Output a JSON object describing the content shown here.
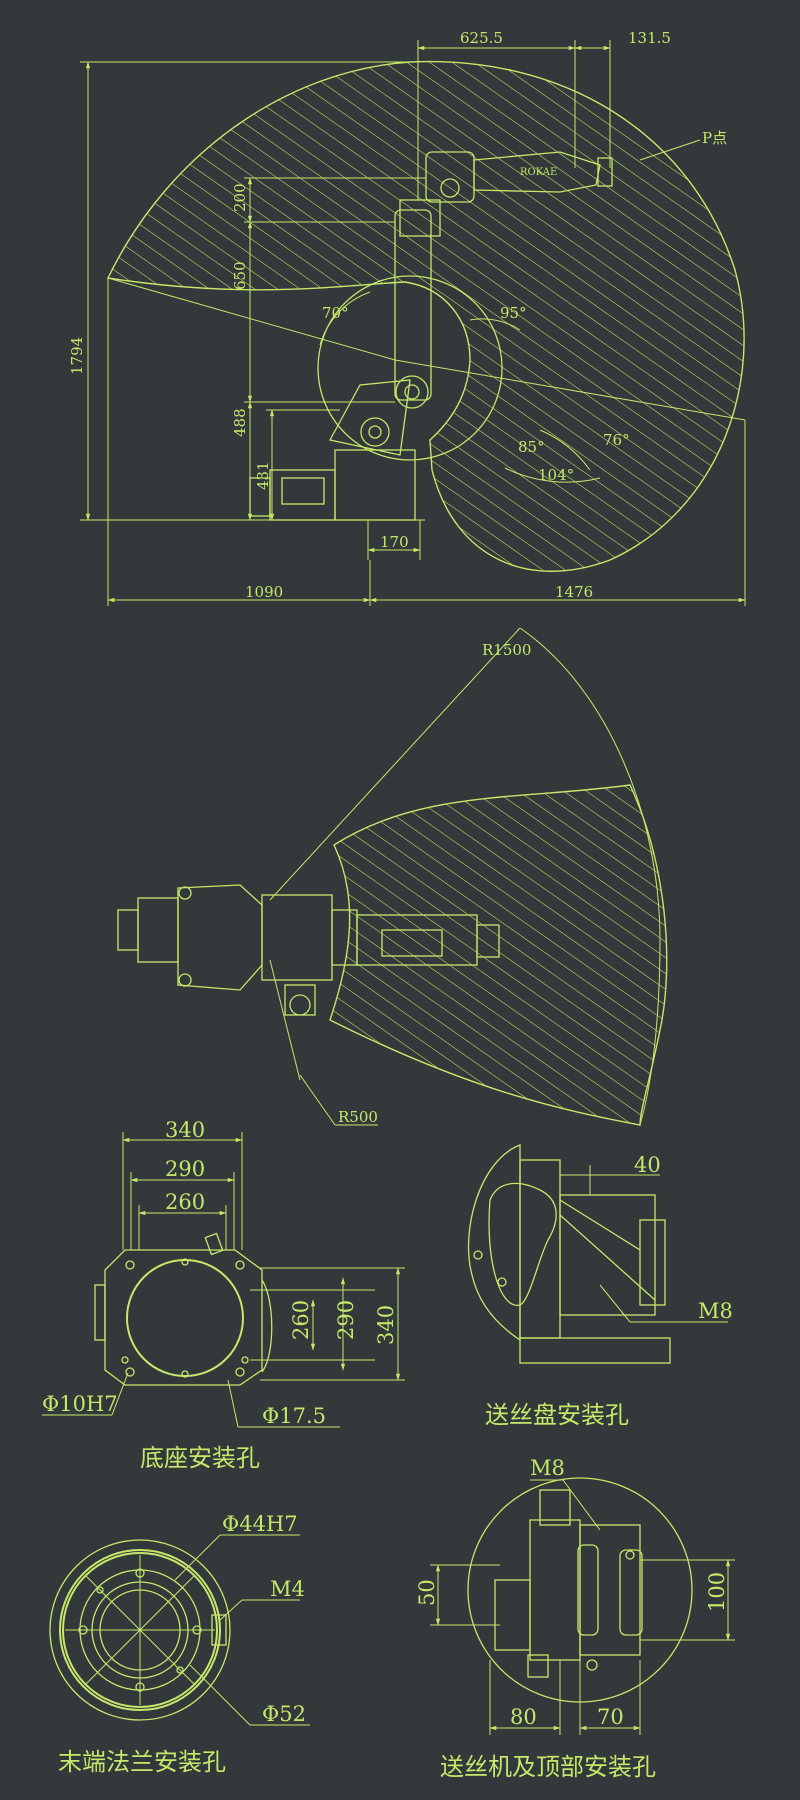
{
  "side_view": {
    "dim_top_a": "625.5",
    "dim_top_b": "131.5",
    "point_label": "P点",
    "dim_200": "200",
    "dim_650": "650",
    "dim_1794": "1794",
    "dim_488": "488",
    "dim_431": "431",
    "dim_170": "170",
    "dim_1090": "1090",
    "dim_1476": "1476",
    "angle_70": "70°",
    "angle_95": "95°",
    "angle_85": "85°",
    "angle_76": "76°",
    "angle_104": "104°",
    "arm_text": "ROKAE"
  },
  "top_view": {
    "r1500": "R1500",
    "r500": "R500"
  },
  "base_mount": {
    "dim_340": "340",
    "dim_290": "290",
    "dim_260": "260",
    "dim_260v": "260",
    "dim_290v": "290",
    "dim_340v": "340",
    "hole_pin": "Φ10H7",
    "hole_bolt": "Φ17.5",
    "caption": "底座安装孔"
  },
  "wire_spool_mount": {
    "dim_40": "40",
    "thread": "M8",
    "caption": "送丝盘安装孔"
  },
  "end_flange": {
    "fit": "Φ44H7",
    "thread": "M4",
    "dia": "Φ52",
    "caption": "末端法兰安装孔"
  },
  "wire_feeder_mount": {
    "thread": "M8",
    "dim_50": "50",
    "dim_100": "100",
    "dim_80": "80",
    "dim_70": "70",
    "caption": "送丝机及顶部安装孔"
  },
  "colors": {
    "background": "#33383b",
    "line": "#c8e66a"
  }
}
